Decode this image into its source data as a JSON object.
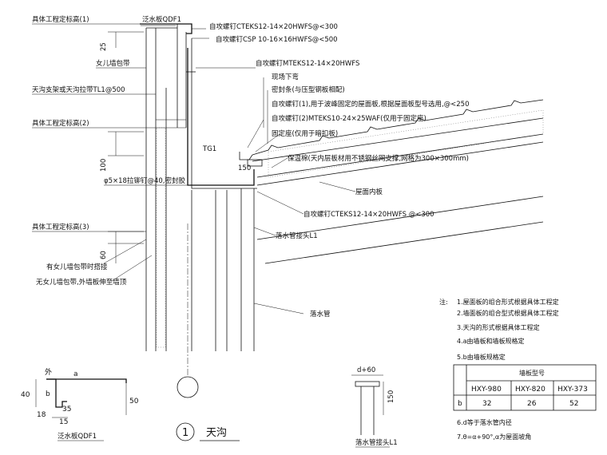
{
  "labels": {
    "elev1": "具体工程定标高(1)",
    "elev2": "具体工程定标高(2)",
    "elev3": "具体工程定标高(3)",
    "flashing_top": "泛水板QDF1",
    "screw_a": "自攻螺钉CTEKS12-14×20HWFS@<300",
    "screw_b": "自攻螺钉CSP 10-16×16HWFS@<500",
    "parapet_skin": "女儿墙包带",
    "screw_c": "自攻螺钉MTEKS12-14×20HWFS",
    "gutter_bracket": "天沟支架或天沟拉带TL1@500",
    "fold_down": "现场下弯",
    "sealant": "密封条(与压型钢板相配)",
    "screw1_note": "自攻螺钉(1),用于波峰固定的屋面板,根据屋面板型号选用,@<250",
    "screw2_note": "自攻螺钉(2)MTEKS10-24×25WAF(仅用于固定座)",
    "fixing_seat": "固定座(仅用于暗扣板)",
    "insulation": "保温棉(天内层板材用不锈钢丝网支撑,网格为300×300mm)",
    "tg1": "TG1",
    "rivet": "φ5×18拉铆钉@40,密封胶",
    "inner_panel": "屋面内板",
    "screw_d": "自攻螺钉CTEKS12-14×20HWFS @<300",
    "downpipe_joint": "落水管接头L1",
    "with_parapet": "有女儿墙包带时搭接",
    "without_parapet": "无女儿墙包带,外墙板伸至墙顶",
    "downpipe": "落水管",
    "dim25": "25",
    "dim100": "100",
    "dim60": "60",
    "dim150": "150",
    "detail_no": "1",
    "detail_title": "天沟",
    "flashing_bottom": "泛水板QDF1",
    "flashing_side": "外",
    "flashing_a": "a",
    "flashing_b": "b",
    "flashing_40": "40",
    "flashing_35": "35",
    "flashing_18": "18",
    "flashing_15": "15",
    "flashing_50": "50",
    "fitting_d60": "d+60",
    "fitting_150": "150",
    "fitting_title": "落水管接头L1"
  },
  "notes": {
    "head": "注:",
    "items": [
      "1.屋面板的组合形式根据具体工程定",
      "2.墙面板的组合型式根据具体工程定",
      "3.天沟的形式根据具体工程定",
      "4.a由墙板和墙板规格定",
      "5.b由墙板规格定",
      "6.d等于落水管内径",
      "7.θ=α+90°,α为屋面坡角"
    ]
  },
  "table": {
    "header": "墙板型号",
    "columns": [
      "HXY-980",
      "HXY-820",
      "HXY-373"
    ],
    "row_label": "b",
    "values": [
      "32",
      "26",
      "52"
    ]
  }
}
